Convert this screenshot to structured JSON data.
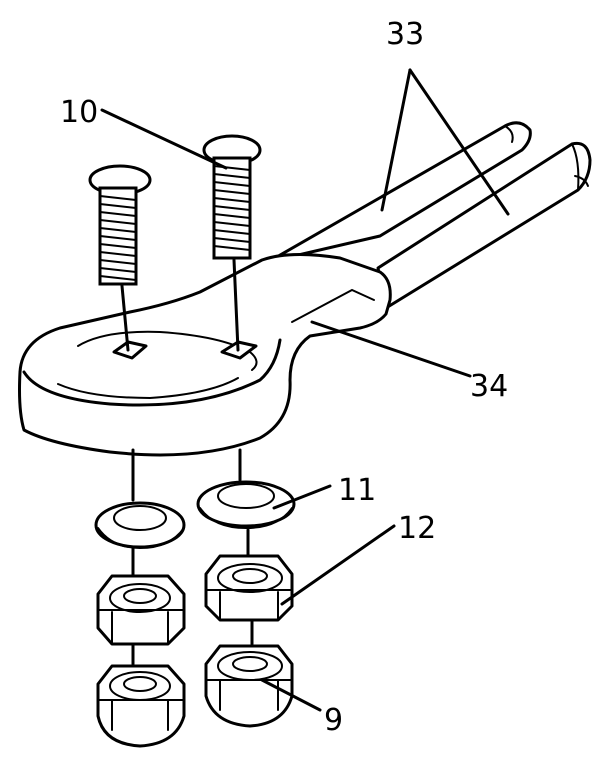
{
  "diagram": {
    "labels": {
      "rods": "33",
      "bolt": "10",
      "bracket": "34",
      "washer": "11",
      "nut": "12",
      "cap_nut": "9"
    }
  }
}
